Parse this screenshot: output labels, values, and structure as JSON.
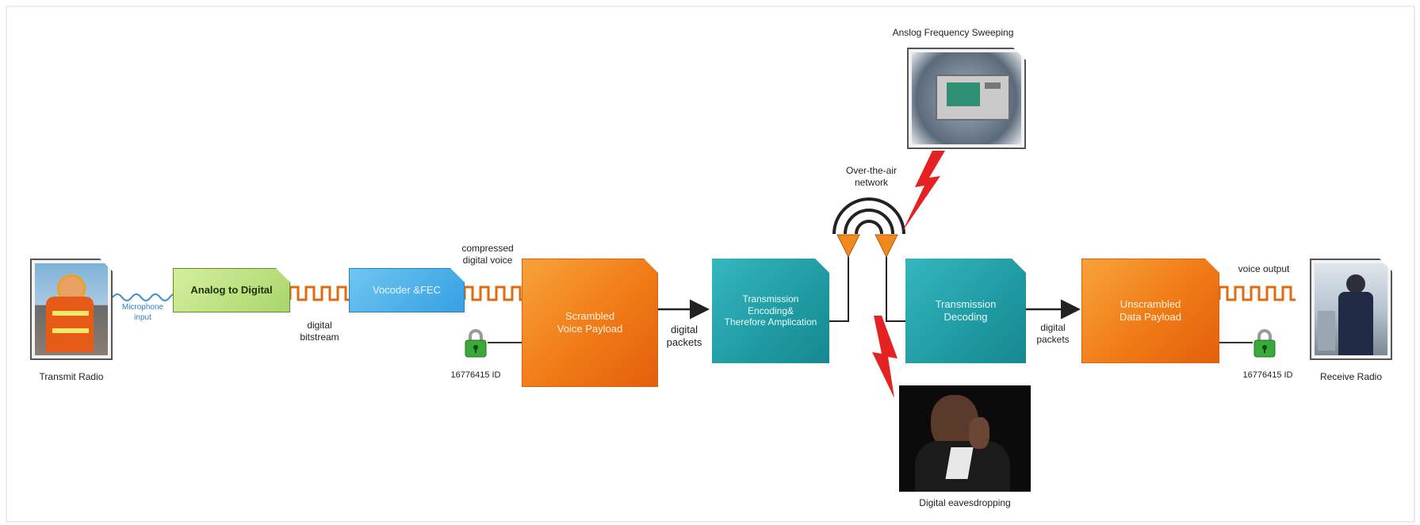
{
  "endpoints": {
    "transmit_radio": "Transmit Radio",
    "receive_radio": "Receive Radio"
  },
  "links": {
    "microphone_input": "Microphone\ninput",
    "digital_bitstream": "digital\nbitstream",
    "compressed_digital_voice": "compressed\ndigital voice",
    "digital_packets_1": "digital\npackets",
    "digital_packets_2": "digital\npackets",
    "voice_output": "voice output"
  },
  "blocks": {
    "analog_to_digital": "Analog to Digital",
    "vocoder": "Vocoder &FEC",
    "scrambled": "Scrambled\nVoice Payload",
    "tx_encoding": "Transmission\nEncoding&\nTherefore Amplication",
    "tx_decoding": "Transmission\nDecoding",
    "unscrambled": "Unscrambled\nData Payload"
  },
  "keys": {
    "id_left": "16776415 ID",
    "id_right": "16776415 ID"
  },
  "network": {
    "label": "Over-the-air\nnetwork"
  },
  "threats": {
    "sweeping": "Anslog Frequency Sweeping",
    "eavesdropping": "Digital eavesdropping"
  },
  "colors": {
    "orange": "#f07a16",
    "teal": "#1f9aa2",
    "green": "#a9d56b",
    "blue": "#36a0e2",
    "signal": "#e06a10",
    "bolt": "#e52222"
  }
}
